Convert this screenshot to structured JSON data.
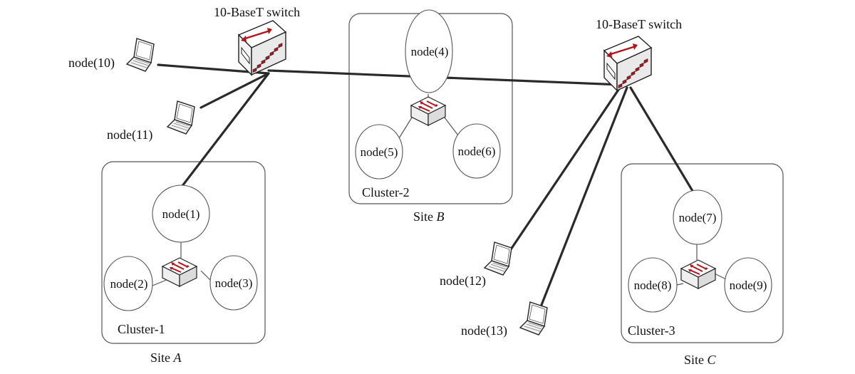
{
  "switches": {
    "left_label": "10-BaseT switch",
    "right_label": "10-BaseT switch"
  },
  "clusters": {
    "cluster1": "Cluster-1",
    "cluster2": "Cluster-2",
    "cluster3": "Cluster-3"
  },
  "sites": {
    "a_prefix": "Site ",
    "a_letter": "A",
    "b_prefix": "Site ",
    "b_letter": "B",
    "c_prefix": "Site ",
    "c_letter": "C"
  },
  "nodes": {
    "n1": "node(1)",
    "n2": "node(2)",
    "n3": "node(3)",
    "n4": "node(4)",
    "n5": "node(5)",
    "n6": "node(6)",
    "n7": "node(7)",
    "n8": "node(8)",
    "n9": "node(9)",
    "n10": "node(10)",
    "n11": "node(11)",
    "n12": "node(12)",
    "n13": "node(13)"
  },
  "colors": {
    "link": "#2a2a2a",
    "switch_port": "#b3131a",
    "arrow": "#b3131a"
  }
}
